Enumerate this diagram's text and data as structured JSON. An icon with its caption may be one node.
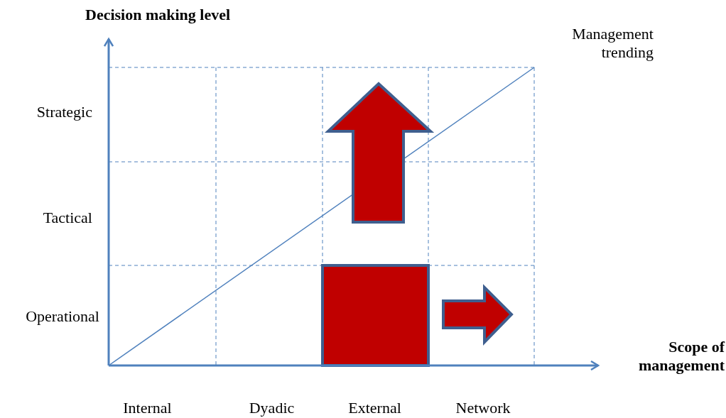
{
  "diagram": {
    "labels": [
      "Decision making level",
      "Management trending",
      "Strategic",
      "Tactical",
      "Operational",
      "Scope of management",
      "Internal",
      "Dyadic",
      "External",
      "Network"
    ]
  }
}
